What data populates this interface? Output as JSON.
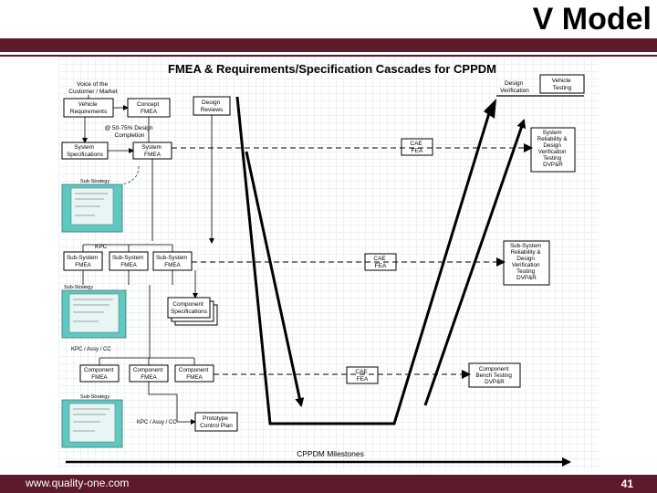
{
  "slide": {
    "title": "V Model",
    "footer_url": "www.quality-one.com",
    "page_number": "41"
  },
  "diagram": {
    "heading": "FMEA & Requirements/Specification Cascades for CPPDM",
    "milestones_label": "CPPDM Milestones",
    "voice_of_customer": [
      "Voice of the",
      "Customer / Market"
    ],
    "design_completion": [
      "@ 50-75% Design",
      "Completion"
    ],
    "vehicle_requirements": [
      "Vehicle",
      "Requirements"
    ],
    "concept_fmea": [
      "Concept",
      "FMEA"
    ],
    "design_reviews": [
      "Design",
      "Reviews"
    ],
    "design_verification": [
      "Design",
      "Verification"
    ],
    "vehicle_testing": [
      "Vehicle",
      "Testing"
    ],
    "system_specifications": [
      "System",
      "Specifications"
    ],
    "system_fmea": [
      "System",
      "FMEA"
    ],
    "cae_fea_top": [
      "CAE",
      "FEA"
    ],
    "system_reliability": [
      "System",
      "Reliability &",
      "Design",
      "Verification",
      "Testing",
      "DVP&R"
    ],
    "subsystem_fmea_labels": [
      [
        "Sub-System",
        "FMEA"
      ],
      [
        "Sub-System",
        "FMEA"
      ],
      [
        "Sub-System",
        "FMEA"
      ]
    ],
    "cae_fea_mid": [
      "CAE",
      "FEA"
    ],
    "subsystem_reliability": [
      "Sub-System",
      "Reliability &",
      "Design",
      "Verification",
      "Testing",
      "DVP&R"
    ],
    "component_specifications": [
      "Component",
      "Specifications"
    ],
    "component_fmea_labels": [
      [
        "Component",
        "FMEA"
      ],
      [
        "Component",
        "FMEA"
      ],
      [
        "Component",
        "FMEA"
      ]
    ],
    "cae_fea_low": [
      "CAE",
      "FEA"
    ],
    "component_bench_testing": [
      "Component",
      "Bench Testing",
      "DVP&R"
    ],
    "prototype_control_plan": [
      "Prototype",
      "Control Plan"
    ],
    "kpc_label": "KPC",
    "kpc_assy_label_1": "KPC / Assy / CC",
    "kpc_assy_label_2": "KPC / Assy / CC",
    "sub_strategy_labels": [
      "Sub-Strategy",
      "Sub-Strategy",
      "Sub-Strategy"
    ]
  }
}
